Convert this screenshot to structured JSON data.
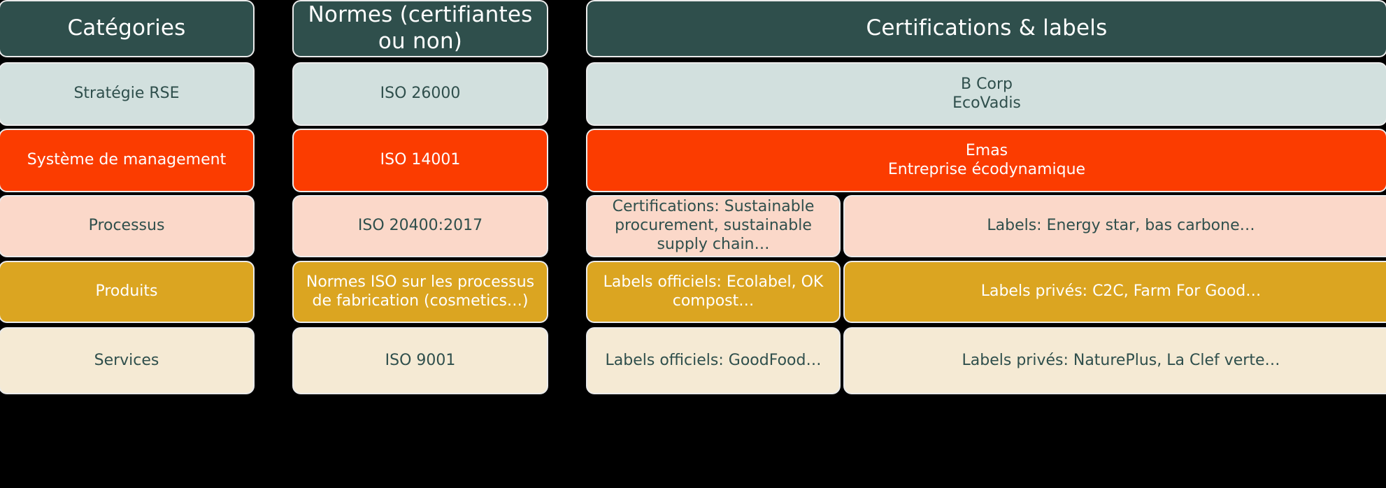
{
  "table": {
    "headers": [
      {
        "label": "Catégories"
      },
      {
        "label": "Normes (certifiantes ou non)"
      },
      {
        "label": "Certifications & labels"
      }
    ],
    "header_bg": "#2f4f4c",
    "header_fg": "#ffffff",
    "background": "#000000",
    "rows": [
      {
        "id": "strategie-rse",
        "category": "Stratégie RSE",
        "normes": "ISO 26000",
        "certifications": [
          "B Corp\nEcoVadis"
        ],
        "bg": "#d2e0de",
        "fg": "#2f4f4c",
        "tone": "tone-pale"
      },
      {
        "id": "systeme-de-management",
        "category": "Système de management",
        "normes": "ISO 14001",
        "certifications": [
          "Emas\nEntreprise écodynamique"
        ],
        "bg": "#fb3c00",
        "fg": "#ffffff",
        "tone": "tone-orange"
      },
      {
        "id": "processus",
        "category": "Processus",
        "normes": "ISO 20400:2017",
        "certifications": [
          "Certifications: Sustainable procurement, sustainable supply chain…",
          "Labels: Energy star, bas carbone…"
        ],
        "bg": "#fbd8c9",
        "fg": "#2f4f4c",
        "tone": "tone-peach"
      },
      {
        "id": "produits",
        "category": "Produits",
        "normes": "Normes ISO sur les processus de fabrication (cosmetics…)",
        "certifications": [
          "Labels officiels: Ecolabel, OK compost…",
          "Labels privés: C2C, Farm For Good…"
        ],
        "bg": "#dba521",
        "fg": "#ffffff",
        "tone": "tone-gold"
      },
      {
        "id": "services",
        "category": "Services",
        "normes": "ISO 9001",
        "certifications": [
          "Labels officiels: GoodFood…",
          "Labels privés: NaturePlus, La Clef verte…"
        ],
        "bg": "#f5ead4",
        "fg": "#2f4f4c",
        "tone": "tone-cream"
      }
    ]
  }
}
